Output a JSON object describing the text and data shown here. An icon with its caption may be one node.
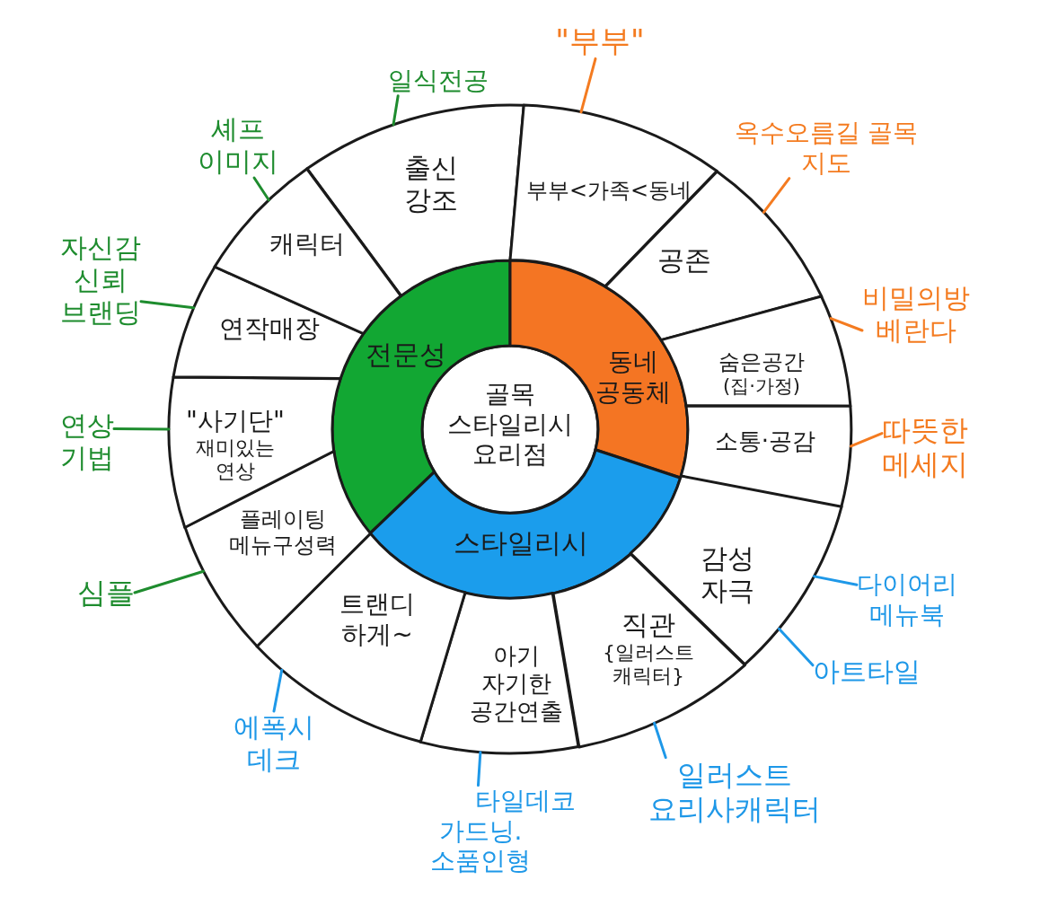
{
  "diagram": {
    "nodes": [
      {
        "text": [
          "골목 스타일리시 요리점"
        ]
      },
      {
        "text": [
          "전문성"
        ]
      },
      {
        "text": [
          "동네 공동체"
        ]
      },
      {
        "text": [
          "스타일리시"
        ]
      },
      {
        "text": [
          "출신 강조"
        ]
      },
      {
        "text": [
          "부부<가족<동네"
        ]
      },
      {
        "text": [
          "공존"
        ]
      },
      {
        "text": [
          "숨은공간",
          "(집·가정)"
        ]
      },
      {
        "text": [
          "소통·공감"
        ]
      },
      {
        "text": [
          "감성 자극"
        ]
      },
      {
        "text": [
          "직관",
          "{일러스트 캐릭터}"
        ]
      },
      {
        "text": [
          "아기 자기한 공간연출"
        ]
      },
      {
        "text": [
          "트랜디 하게~"
        ]
      },
      {
        "text": [
          "플레이팅 메뉴구성력"
        ]
      },
      {
        "text": [
          "\"사기단\"",
          "재미있는 연상"
        ]
      },
      {
        "text": [
          "연작매장"
        ]
      },
      {
        "text": [
          "캐릭터"
        ]
      },
      {
        "text": [
          "일식전공"
        ]
      },
      {
        "text": [
          "셰프 이미지"
        ]
      },
      {
        "text": [
          "자신감 신뢰 브랜딩"
        ]
      },
      {
        "text": [
          "연상 기법"
        ]
      },
      {
        "text": [
          "심플"
        ]
      },
      {
        "text": [
          "\"부부\""
        ]
      },
      {
        "text": [
          "옥수오름길 골목 지도"
        ]
      },
      {
        "text": [
          "비밀의방 베란다"
        ]
      },
      {
        "text": [
          "따뜻한 메세지"
        ]
      },
      {
        "text": [
          "다이어리 메뉴북"
        ]
      },
      {
        "text": [
          "아트타일"
        ]
      },
      {
        "text": [
          "일러스트 요리사캐릭터"
        ]
      },
      {
        "text": [
          "타일데코",
          "가드닝. 소품인형"
        ]
      },
      {
        "text": [
          "에폭시 데크"
        ]
      }
    ],
    "edges": [
      {
        "from": 17,
        "to": 4,
        "arrow": "none",
        "color": "#1e8c2e"
      },
      {
        "from": 18,
        "to": 16,
        "arrow": "none",
        "color": "#1e8c2e"
      },
      {
        "from": 19,
        "to": 15,
        "arrow": "none",
        "color": "#1e8c2e"
      },
      {
        "from": 20,
        "to": 14,
        "arrow": "none",
        "color": "#1e8c2e"
      },
      {
        "from": 21,
        "to": 13,
        "arrow": "none",
        "color": "#1e8c2e"
      },
      {
        "from": 22,
        "to": 5,
        "arrow": "none",
        "color": "#f47b20"
      },
      {
        "from": 23,
        "to": 6,
        "arrow": "none",
        "color": "#f47b20"
      },
      {
        "from": 24,
        "to": 7,
        "arrow": "none",
        "color": "#f47b20"
      },
      {
        "from": 25,
        "to": 8,
        "arrow": "none",
        "color": "#f47b20"
      },
      {
        "from": 26,
        "to": 9,
        "arrow": "none",
        "color": "#1e98e8"
      },
      {
        "from": 27,
        "to": 9,
        "arrow": "none",
        "color": "#1e98e8"
      },
      {
        "from": 28,
        "to": 10,
        "arrow": "none",
        "color": "#1e98e8"
      },
      {
        "from": 29,
        "to": 11,
        "arrow": "none",
        "color": "#1e98e8"
      },
      {
        "from": 30,
        "to": 12,
        "arrow": "none",
        "color": "#1e98e8"
      }
    ]
  }
}
